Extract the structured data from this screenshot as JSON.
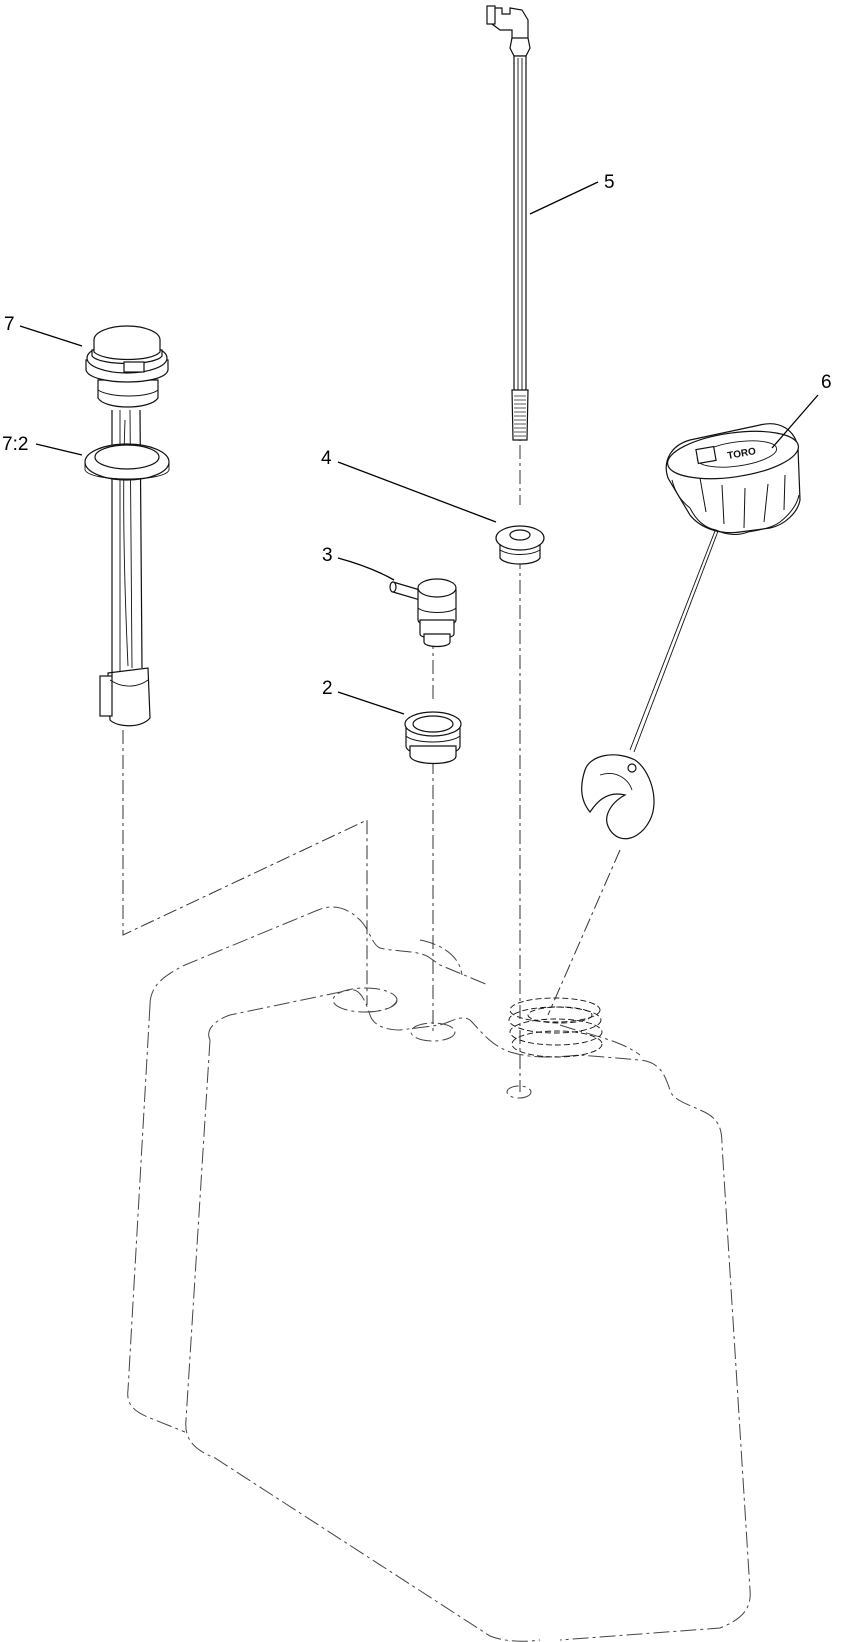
{
  "callouts": [
    {
      "id": "2",
      "label": "2"
    },
    {
      "id": "3",
      "label": "3"
    },
    {
      "id": "4",
      "label": "4"
    },
    {
      "id": "5",
      "label": "5"
    },
    {
      "id": "6",
      "label": "6"
    },
    {
      "id": "7",
      "label": "7"
    },
    {
      "id": "7_2",
      "label": "7:2"
    }
  ],
  "cap_emblem_text": "TORO",
  "colors": {
    "line": "#111111",
    "background": "#ffffff"
  }
}
